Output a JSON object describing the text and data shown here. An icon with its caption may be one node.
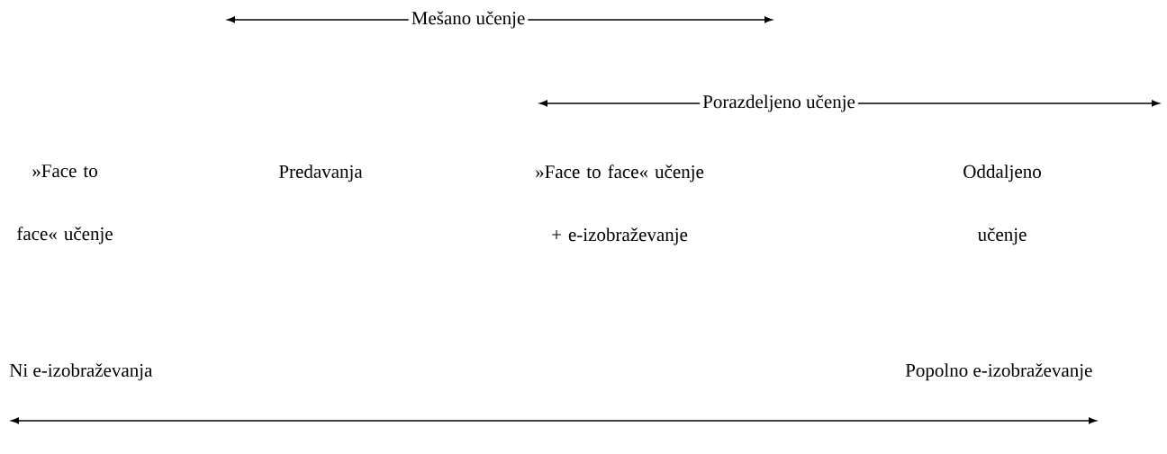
{
  "diagram": {
    "labels": [
      "Mešano učenje",
      "Porazdeljeno učenje",
      "»Face to face« učenje",
      "Predavanja",
      "»Face to face« učenje + e-izobraževanje",
      "Oddaljeno učenje",
      "Ni e-izobraževanja",
      "Popolno e-izobraževanje"
    ]
  }
}
